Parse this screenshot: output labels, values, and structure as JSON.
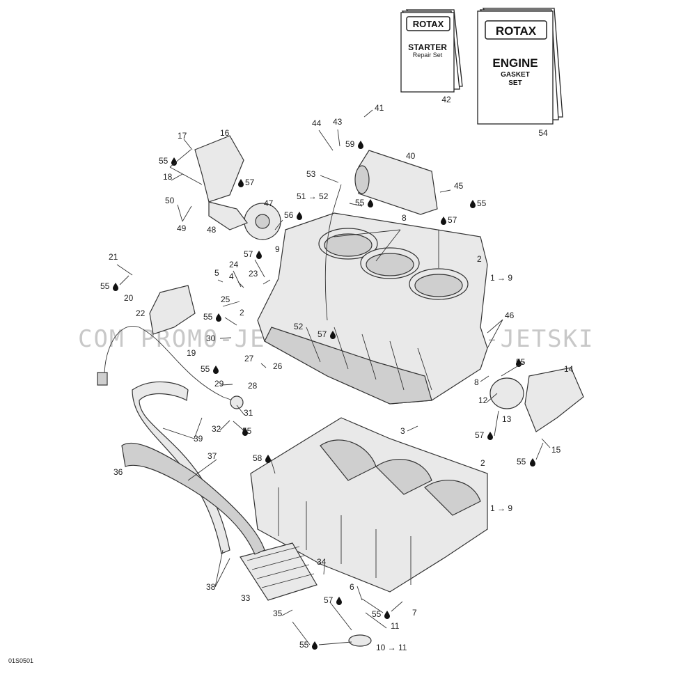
{
  "watermark": "COM  PROMO-JETSKI.COM  PROMO-JETSKI",
  "manuals": {
    "starter": {
      "brand": "ROTAX",
      "title": "STARTER",
      "subtitle": "Repair Set",
      "number": "42"
    },
    "engine": {
      "brand": "ROTAX",
      "title": "ENGINE",
      "subtitle1": "GASKET",
      "subtitle2": "SET",
      "number": "54"
    }
  },
  "diagram_code": "01S0501",
  "callouts": [
    {
      "id": "c41",
      "text": "41"
    },
    {
      "id": "c44",
      "text": "44"
    },
    {
      "id": "c43",
      "text": "43"
    },
    {
      "id": "c59",
      "text": "59"
    },
    {
      "id": "c40",
      "text": "40"
    },
    {
      "id": "c53",
      "text": "53"
    },
    {
      "id": "c51",
      "text": "51 → 52"
    },
    {
      "id": "c45",
      "text": "45"
    },
    {
      "id": "c55a",
      "text": "55"
    },
    {
      "id": "c55b",
      "text": "55"
    },
    {
      "id": "c8a",
      "text": "8"
    },
    {
      "id": "c57a",
      "text": "57"
    },
    {
      "id": "c17",
      "text": "17"
    },
    {
      "id": "c16",
      "text": "16"
    },
    {
      "id": "c55c",
      "text": "55"
    },
    {
      "id": "c18",
      "text": "18"
    },
    {
      "id": "c57b",
      "text": "57"
    },
    {
      "id": "c50",
      "text": "50"
    },
    {
      "id": "c47",
      "text": "47"
    },
    {
      "id": "c49",
      "text": "49"
    },
    {
      "id": "c48",
      "text": "48"
    },
    {
      "id": "c56",
      "text": "56"
    },
    {
      "id": "c9",
      "text": "9"
    },
    {
      "id": "c57c",
      "text": "57"
    },
    {
      "id": "c2a",
      "text": "2"
    },
    {
      "id": "c19a",
      "text": "1 → 9"
    },
    {
      "id": "c21",
      "text": "21"
    },
    {
      "id": "c5",
      "text": "5"
    },
    {
      "id": "c24",
      "text": "24"
    },
    {
      "id": "c4",
      "text": "4"
    },
    {
      "id": "c23",
      "text": "23"
    },
    {
      "id": "c55d",
      "text": "55"
    },
    {
      "id": "c20",
      "text": "20"
    },
    {
      "id": "c25",
      "text": "25"
    },
    {
      "id": "c22",
      "text": "22"
    },
    {
      "id": "c2b",
      "text": "2"
    },
    {
      "id": "c55e",
      "text": "55"
    },
    {
      "id": "c52",
      "text": "52"
    },
    {
      "id": "c57d",
      "text": "57"
    },
    {
      "id": "c46",
      "text": "46"
    },
    {
      "id": "c30",
      "text": "30"
    },
    {
      "id": "c19",
      "text": "19"
    },
    {
      "id": "c27",
      "text": "27"
    },
    {
      "id": "c26",
      "text": "26"
    },
    {
      "id": "c55f",
      "text": "55"
    },
    {
      "id": "c55g",
      "text": "55"
    },
    {
      "id": "c14",
      "text": "14"
    },
    {
      "id": "c29",
      "text": "29"
    },
    {
      "id": "c28",
      "text": "28"
    },
    {
      "id": "c8b",
      "text": "8"
    },
    {
      "id": "c12",
      "text": "12"
    },
    {
      "id": "c31",
      "text": "31"
    },
    {
      "id": "c32",
      "text": "32"
    },
    {
      "id": "c55h",
      "text": "55"
    },
    {
      "id": "c13",
      "text": "13"
    },
    {
      "id": "c39",
      "text": "39"
    },
    {
      "id": "c3",
      "text": "3"
    },
    {
      "id": "c57e",
      "text": "57"
    },
    {
      "id": "c15",
      "text": "15"
    },
    {
      "id": "c55i",
      "text": "55"
    },
    {
      "id": "c37",
      "text": "37"
    },
    {
      "id": "c58",
      "text": "58"
    },
    {
      "id": "c2c",
      "text": "2"
    },
    {
      "id": "c36",
      "text": "36"
    },
    {
      "id": "c19b",
      "text": "1 → 9"
    },
    {
      "id": "c34",
      "text": "34"
    },
    {
      "id": "c38",
      "text": "38"
    },
    {
      "id": "c6",
      "text": "6"
    },
    {
      "id": "c33",
      "text": "33"
    },
    {
      "id": "c57f",
      "text": "57"
    },
    {
      "id": "c55j",
      "text": "55"
    },
    {
      "id": "c7",
      "text": "7"
    },
    {
      "id": "c35",
      "text": "35"
    },
    {
      "id": "c11",
      "text": "11"
    },
    {
      "id": "c55k",
      "text": "55"
    },
    {
      "id": "c1011",
      "text": "10 → 11"
    }
  ]
}
